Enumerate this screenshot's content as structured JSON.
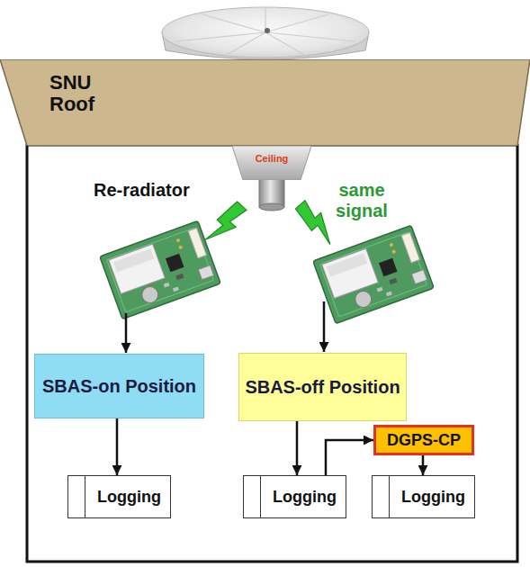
{
  "diagram": {
    "nodes": [
      {
        "text": [
          "SNU Roof"
        ]
      },
      {
        "text": [
          "Ceiling"
        ]
      },
      {
        "text": [
          "SBAS-on Position"
        ]
      },
      {
        "text": [
          "SBAS-off Position"
        ]
      },
      {
        "text": [
          "DGPS-CP"
        ]
      },
      {
        "text": [
          "Logging"
        ]
      },
      {
        "text": [
          "Logging"
        ]
      },
      {
        "text": [
          "Logging"
        ]
      }
    ],
    "edges": [
      {
        "from": 2,
        "to": 5,
        "arrow": "to"
      },
      {
        "from": 3,
        "to": 6,
        "arrow": "to"
      },
      {
        "from": 6,
        "to": 4,
        "arrow": "to"
      },
      {
        "from": 4,
        "to": 7,
        "arrow": "to"
      }
    ],
    "labels": [
      "Re-radiator",
      "same signal"
    ]
  }
}
